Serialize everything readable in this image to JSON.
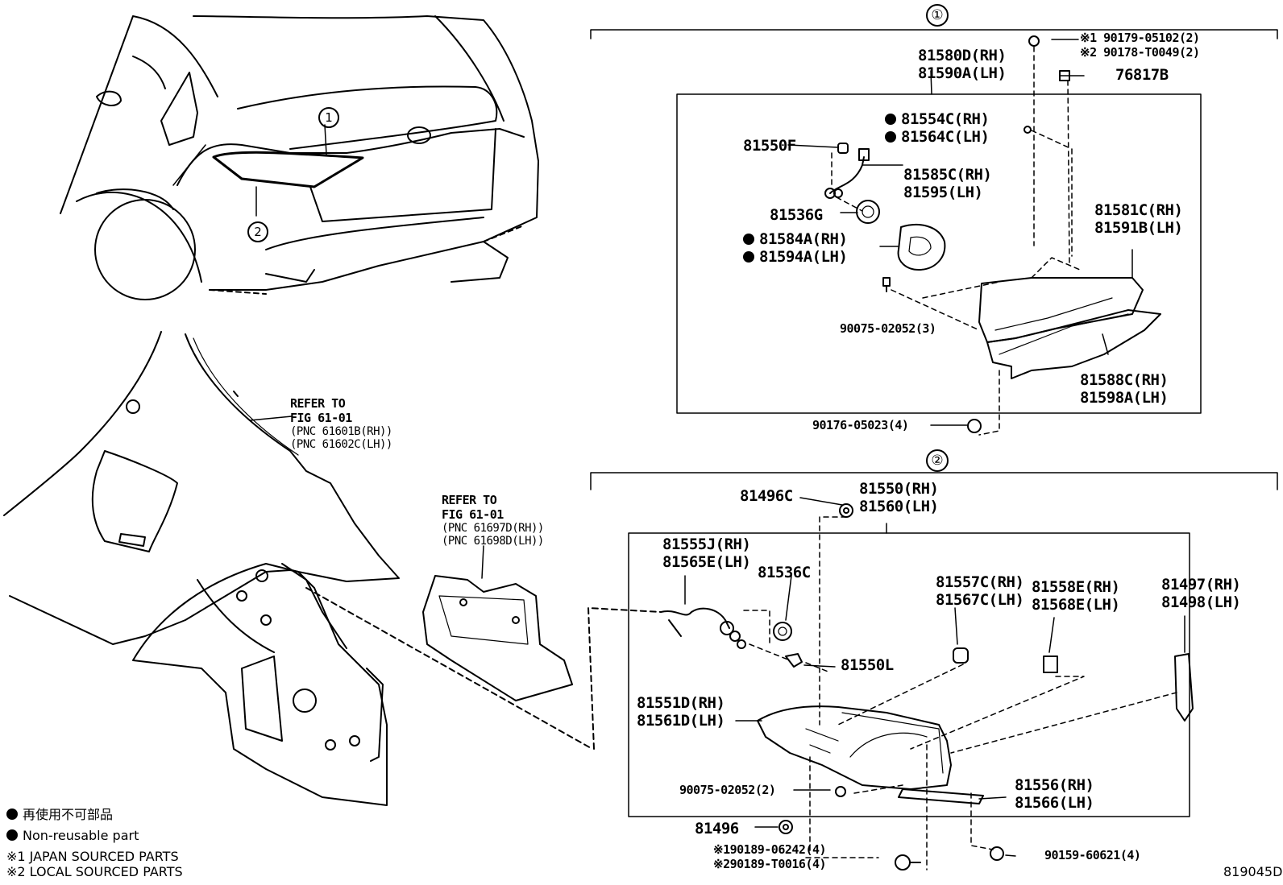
{
  "markers": {
    "one": "①",
    "two": "②",
    "one_car": "1",
    "two_car": "2"
  },
  "group1": {
    "p81580": [
      "81580D(RH)",
      "81590A(LH)"
    ],
    "notes": [
      "※1 90179-05102(2)",
      "※2 90178-T0049(2)"
    ],
    "p76817": "76817B",
    "p81554": [
      "81554C(RH)",
      "81564C(LH)"
    ],
    "p81550F": "81550F",
    "p81585": [
      "81585C(RH)",
      "81595(LH)"
    ],
    "p81536G": "81536G",
    "p81584": [
      "81584A(RH)",
      "81594A(LH)"
    ],
    "p81581": [
      "81581C(RH)",
      "81591B(LH)"
    ],
    "p90075": "90075-02052(3)",
    "p81588": [
      "81588C(RH)",
      "81598A(LH)"
    ],
    "p90176": "90176-05023(4)"
  },
  "group2": {
    "p81496C": "81496C",
    "p81550": [
      "81550(RH)",
      "81560(LH)"
    ],
    "p81555": [
      "81555J(RH)",
      "81565E(LH)"
    ],
    "p81536C": "81536C",
    "p81557": [
      "81557C(RH)",
      "81567C(LH)"
    ],
    "p81558": [
      "81558E(RH)",
      "81568E(LH)"
    ],
    "p81497": [
      "81497(RH)",
      "81498(LH)"
    ],
    "p81550L": "81550L",
    "p81551": [
      "81551D(RH)",
      "81561D(LH)"
    ],
    "p90075": "90075-02052(2)",
    "p81556": [
      "81556(RH)",
      "81566(LH)"
    ],
    "p81496": "81496",
    "notes": [
      "※190189-06242(4)",
      "※290189-T0016(4)"
    ],
    "p90159": "90159-60621(4)"
  },
  "refer1": [
    "REFER TO",
    "FIG 61-01",
    "(PNC 61601B(RH))",
    "(PNC 61602C(LH))"
  ],
  "refer2": [
    "REFER TO",
    "FIG 61-01",
    "(PNC 61697D(RH))",
    "(PNC 61698D(LH))"
  ],
  "legend": {
    "jp": "再使用不可部品",
    "en": "Non-reusable part",
    "n1": "※1 JAPAN SOURCED PARTS",
    "n2": "※2 LOCAL SOURCED PARTS"
  },
  "figure_id": "819045D"
}
